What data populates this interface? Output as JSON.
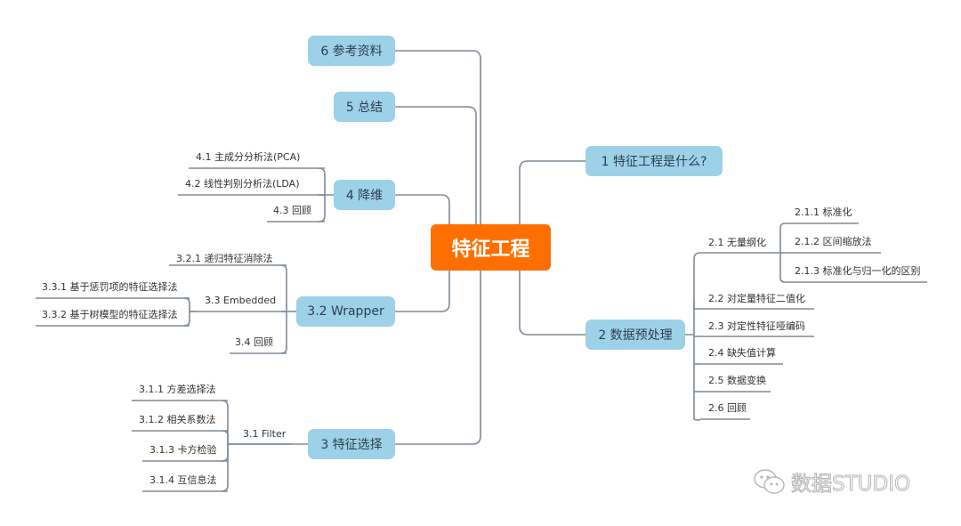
{
  "root": "特征工程",
  "branches": {
    "b1": "1 特征工程是什么?",
    "b2": "2 数据预处理",
    "b3": "3 特征选择",
    "b32": "3.2 Wrapper",
    "b4": "4 降维",
    "b5": "5 总结",
    "b6": "6 参考资料"
  },
  "b2_children": {
    "n21": "2.1 无量纲化",
    "n211": "2.1.1 标准化",
    "n212": "2.1.2 区间缩放法",
    "n213": "2.1.3 标准化与归一化的区别",
    "n22": "2.2 对定量特征二值化",
    "n23": "2.3 对定性特征哑编码",
    "n24": "2.4 缺失值计算",
    "n25": "2.5 数据变换",
    "n26": "2.6 回顾"
  },
  "b3_children": {
    "n31": "3.1 Filter",
    "n311": "3.1.1 方差选择法",
    "n312": "3.1.2 相关系数法",
    "n313": "3.1.3 卡方检验",
    "n314": "3.1.4 互信息法"
  },
  "b32_children": {
    "n321": "3.2.1 递归特征消除法",
    "n33": "3.3 Embedded",
    "n331": "3.3.1 基于惩罚项的特征选择法",
    "n332": "3.3.2 基于树模型的特征选择法",
    "n34": "3.4 回顾"
  },
  "b4_children": {
    "n41": "4.1 主成分分析法(PCA)",
    "n42": "4.2 线性判别分析法(LDA)",
    "n43": "4.3 回顾"
  },
  "watermark": "数据STUDIO"
}
